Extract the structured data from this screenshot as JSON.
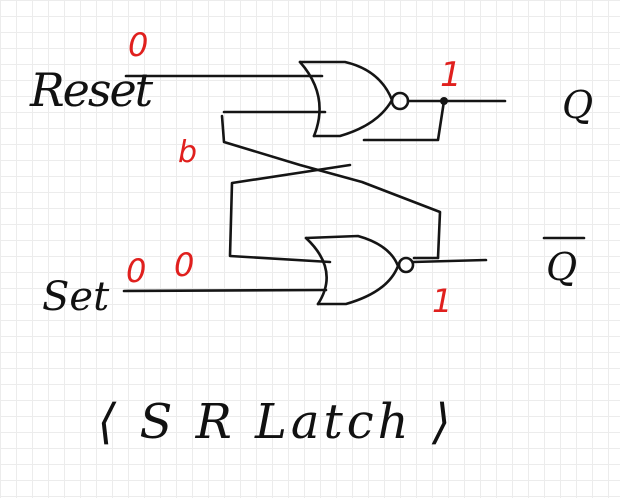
{
  "labels": {
    "reset": "Reset",
    "set": "Set",
    "q": "Q",
    "q_bar": "Q",
    "caption": "⟨ S R Latch ⟩"
  },
  "annotations": {
    "reset_value": "0",
    "feedback_top_value": "b",
    "q_value": "1",
    "set_value": "0",
    "set_feedback_value": "0",
    "q_bar_value": "1"
  },
  "colors": {
    "ink": "#151515",
    "annotation": "#e0201e",
    "grid": "#ececec",
    "background": "#ffffff"
  }
}
